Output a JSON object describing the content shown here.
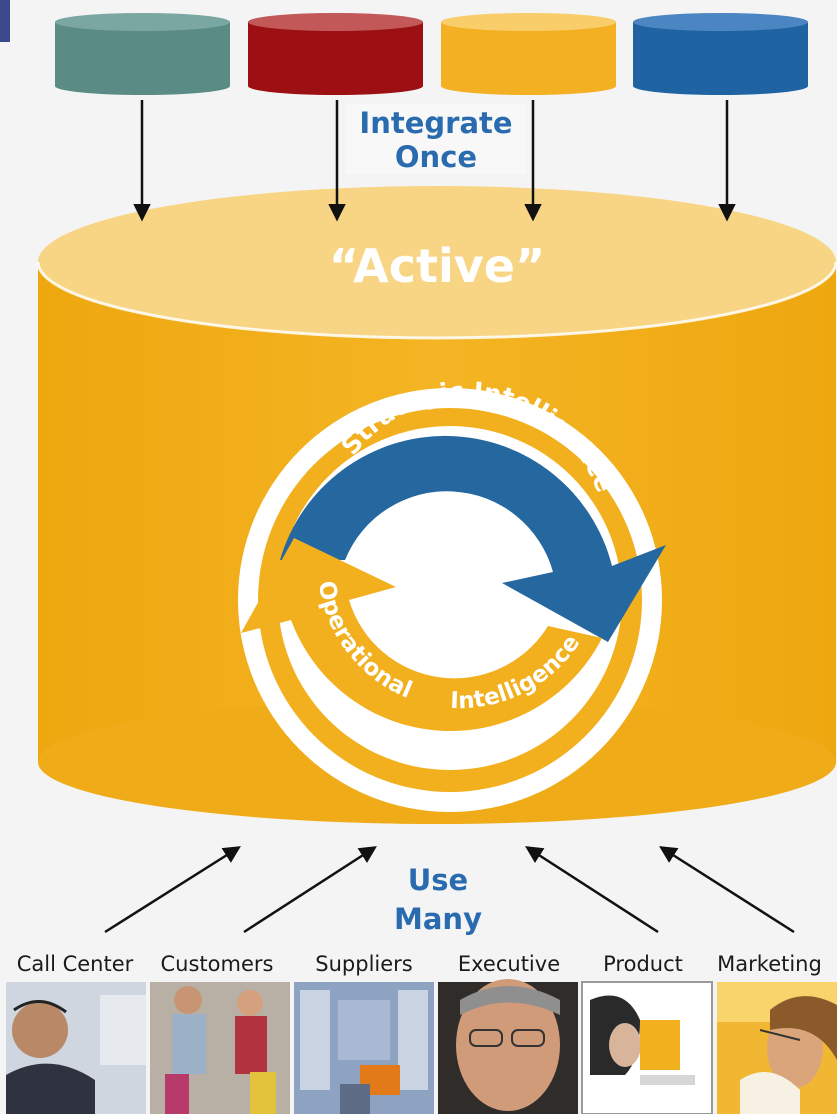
{
  "sources": [
    {
      "name": "teal-source",
      "color": "#5a8b85",
      "top": "#6c9c96"
    },
    {
      "name": "red-source",
      "color": "#9c0f12",
      "top": "#bf4a4a"
    },
    {
      "name": "yellow-source",
      "color": "#f2b022",
      "top": "#f7c860"
    },
    {
      "name": "blue-source",
      "color": "#1f63a3",
      "top": "#3a7cbf"
    }
  ],
  "labels": {
    "integrate_line1": "Integrate",
    "integrate_line2": "Once",
    "active": "“Active”",
    "strategic": "Strategic Intelligence",
    "operational_1": "Operational",
    "operational_2": "Intelligence",
    "use_line1": "Use",
    "use_line2": "Many"
  },
  "colors": {
    "cylinder_body": "#f2b01e",
    "cylinder_top": "#f8d584",
    "cycle_blue": "#25679f",
    "cycle_yellow": "#f2b01e",
    "label_blue": "#2a6bb0",
    "text_white": "#ffffff"
  },
  "users": [
    {
      "label": "Call Center",
      "photo": "call-center-photo"
    },
    {
      "label": "Customers",
      "photo": "customers-photo"
    },
    {
      "label": "Suppliers",
      "photo": "suppliers-photo"
    },
    {
      "label": "Executive",
      "photo": "executive-photo"
    },
    {
      "label": "Product",
      "photo": "product-photo"
    },
    {
      "label": "Marketing",
      "photo": "marketing-photo"
    }
  ]
}
